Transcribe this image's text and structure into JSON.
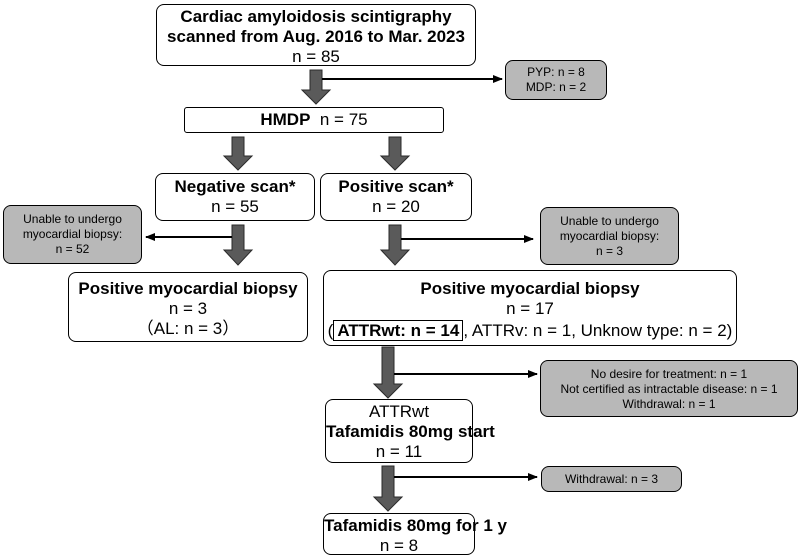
{
  "boxes": {
    "top": {
      "line1": "Cardiac amyloidosis scintigraphy",
      "line2": "scanned from Aug. 2016 to Mar. 2023",
      "line3": "n = 85"
    },
    "excluded_top": {
      "line1": "PYP: n = 8",
      "line2": "MDP: n = 2"
    },
    "hmdp": {
      "label": "HMDP",
      "count": "n = 75"
    },
    "negative": {
      "title": "Negative scan*",
      "count": "n = 55"
    },
    "positive": {
      "title": "Positive scan*",
      "count": "n = 20"
    },
    "unable_left": {
      "line1": "Unable to undergo",
      "line2": "myocardial biopsy:",
      "line3": "n = 52"
    },
    "unable_right": {
      "line1": "Unable to undergo",
      "line2": "myocardial biopsy:",
      "line3": "n = 3"
    },
    "biopsy_left": {
      "title": "Positive myocardial biopsy",
      "count": "n = 3",
      "detail": "（AL: n = 3）"
    },
    "biopsy_right": {
      "title": "Positive myocardial biopsy",
      "count": "n = 17",
      "open": "(",
      "attrwt": "ATTRwt: n = 14",
      "rest": ", ATTRv: n = 1, Unknow type: n = 2)"
    },
    "excluded_treatment": {
      "line1": "No desire for treatment: n = 1",
      "line2": "Not certified as intractable disease: n = 1",
      "line3": "Withdrawal: n = 1"
    },
    "start": {
      "line1": "ATTRwt",
      "line2": "Tafamidis 80mg start",
      "line3": "n = 11"
    },
    "withdrawal": {
      "label": "Withdrawal: n = 3"
    },
    "final": {
      "title": "Tafamidis 80mg for 1 y",
      "count": "n = 8"
    }
  },
  "colors": {
    "arrow_fill": "#5a5a5a",
    "excluded_fill": "#b8b8b8",
    "line": "#000000"
  }
}
